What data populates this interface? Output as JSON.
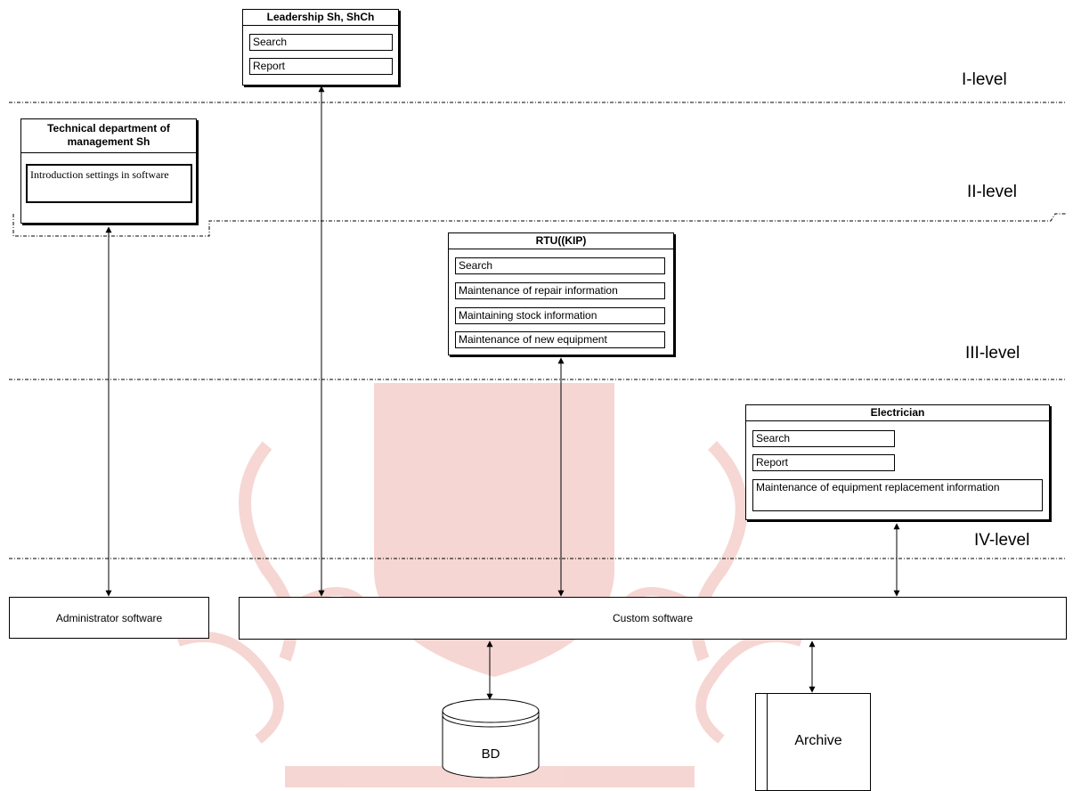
{
  "levels": {
    "l1": "I-level",
    "l2": "II-level",
    "l3": "III-level",
    "l4": "IV-level"
  },
  "leadership": {
    "title": "Leadership Sh, ShCh",
    "items": [
      "Search",
      "Report"
    ]
  },
  "technical": {
    "title": "Technical department of management Sh",
    "items": [
      "Introduction settings in software"
    ]
  },
  "rtu": {
    "title": "RTU((KIP)",
    "items": [
      "Search",
      "Maintenance of repair information",
      "Maintaining stock information",
      "Maintenance of new equipment"
    ]
  },
  "electrician": {
    "title": "Electrician",
    "items": [
      "Search",
      "Report",
      "Maintenance of equipment replacement information"
    ]
  },
  "admin_software": "Administrator software",
  "custom_software": "Custom software",
  "database": "BD",
  "archive": "Archive",
  "colors": {
    "watermark": "#e07060",
    "line": "#000000"
  }
}
